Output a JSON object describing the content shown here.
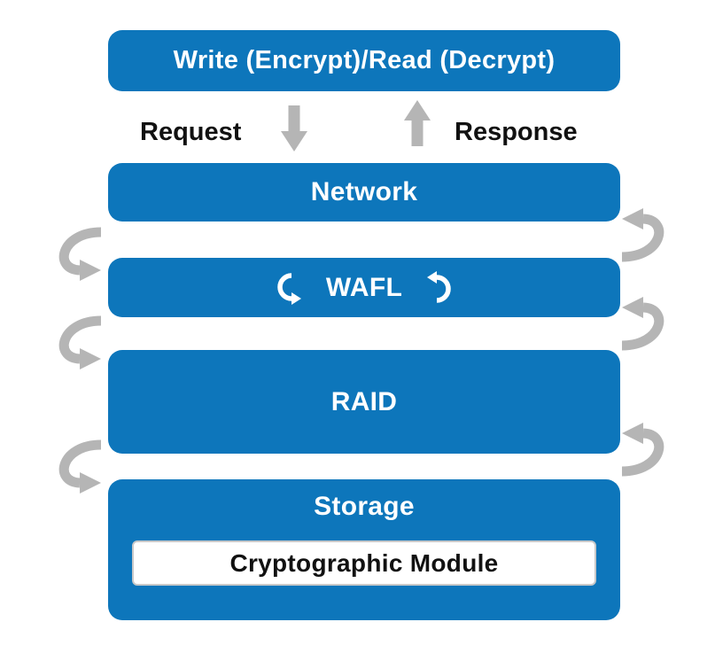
{
  "diagram": {
    "top_box": {
      "label": "Write (Encrypt)/Read (Decrypt)"
    },
    "request_label": "Request",
    "response_label": "Response",
    "layers": [
      {
        "id": "network",
        "label": "Network"
      },
      {
        "id": "wafl",
        "label": "WAFL"
      },
      {
        "id": "raid",
        "label": "RAID"
      },
      {
        "id": "storage",
        "label": "Storage",
        "inner_label": "Cryptographic Module"
      }
    ],
    "icons": {
      "down_arrow": "down-arrow-icon",
      "up_arrow": "up-arrow-icon",
      "left_flow": "curved-down-flow-arrow-icon",
      "right_flow": "curved-up-flow-arrow-icon",
      "wafl_left": "circular-arrow-left-icon",
      "wafl_right": "circular-arrow-right-icon"
    },
    "colors": {
      "box_blue": "#0d76bb",
      "arrow_gray": "#b5b5b5",
      "text_black": "#111111",
      "box_text": "#ffffff",
      "inner_border": "#c9c9c9"
    }
  }
}
